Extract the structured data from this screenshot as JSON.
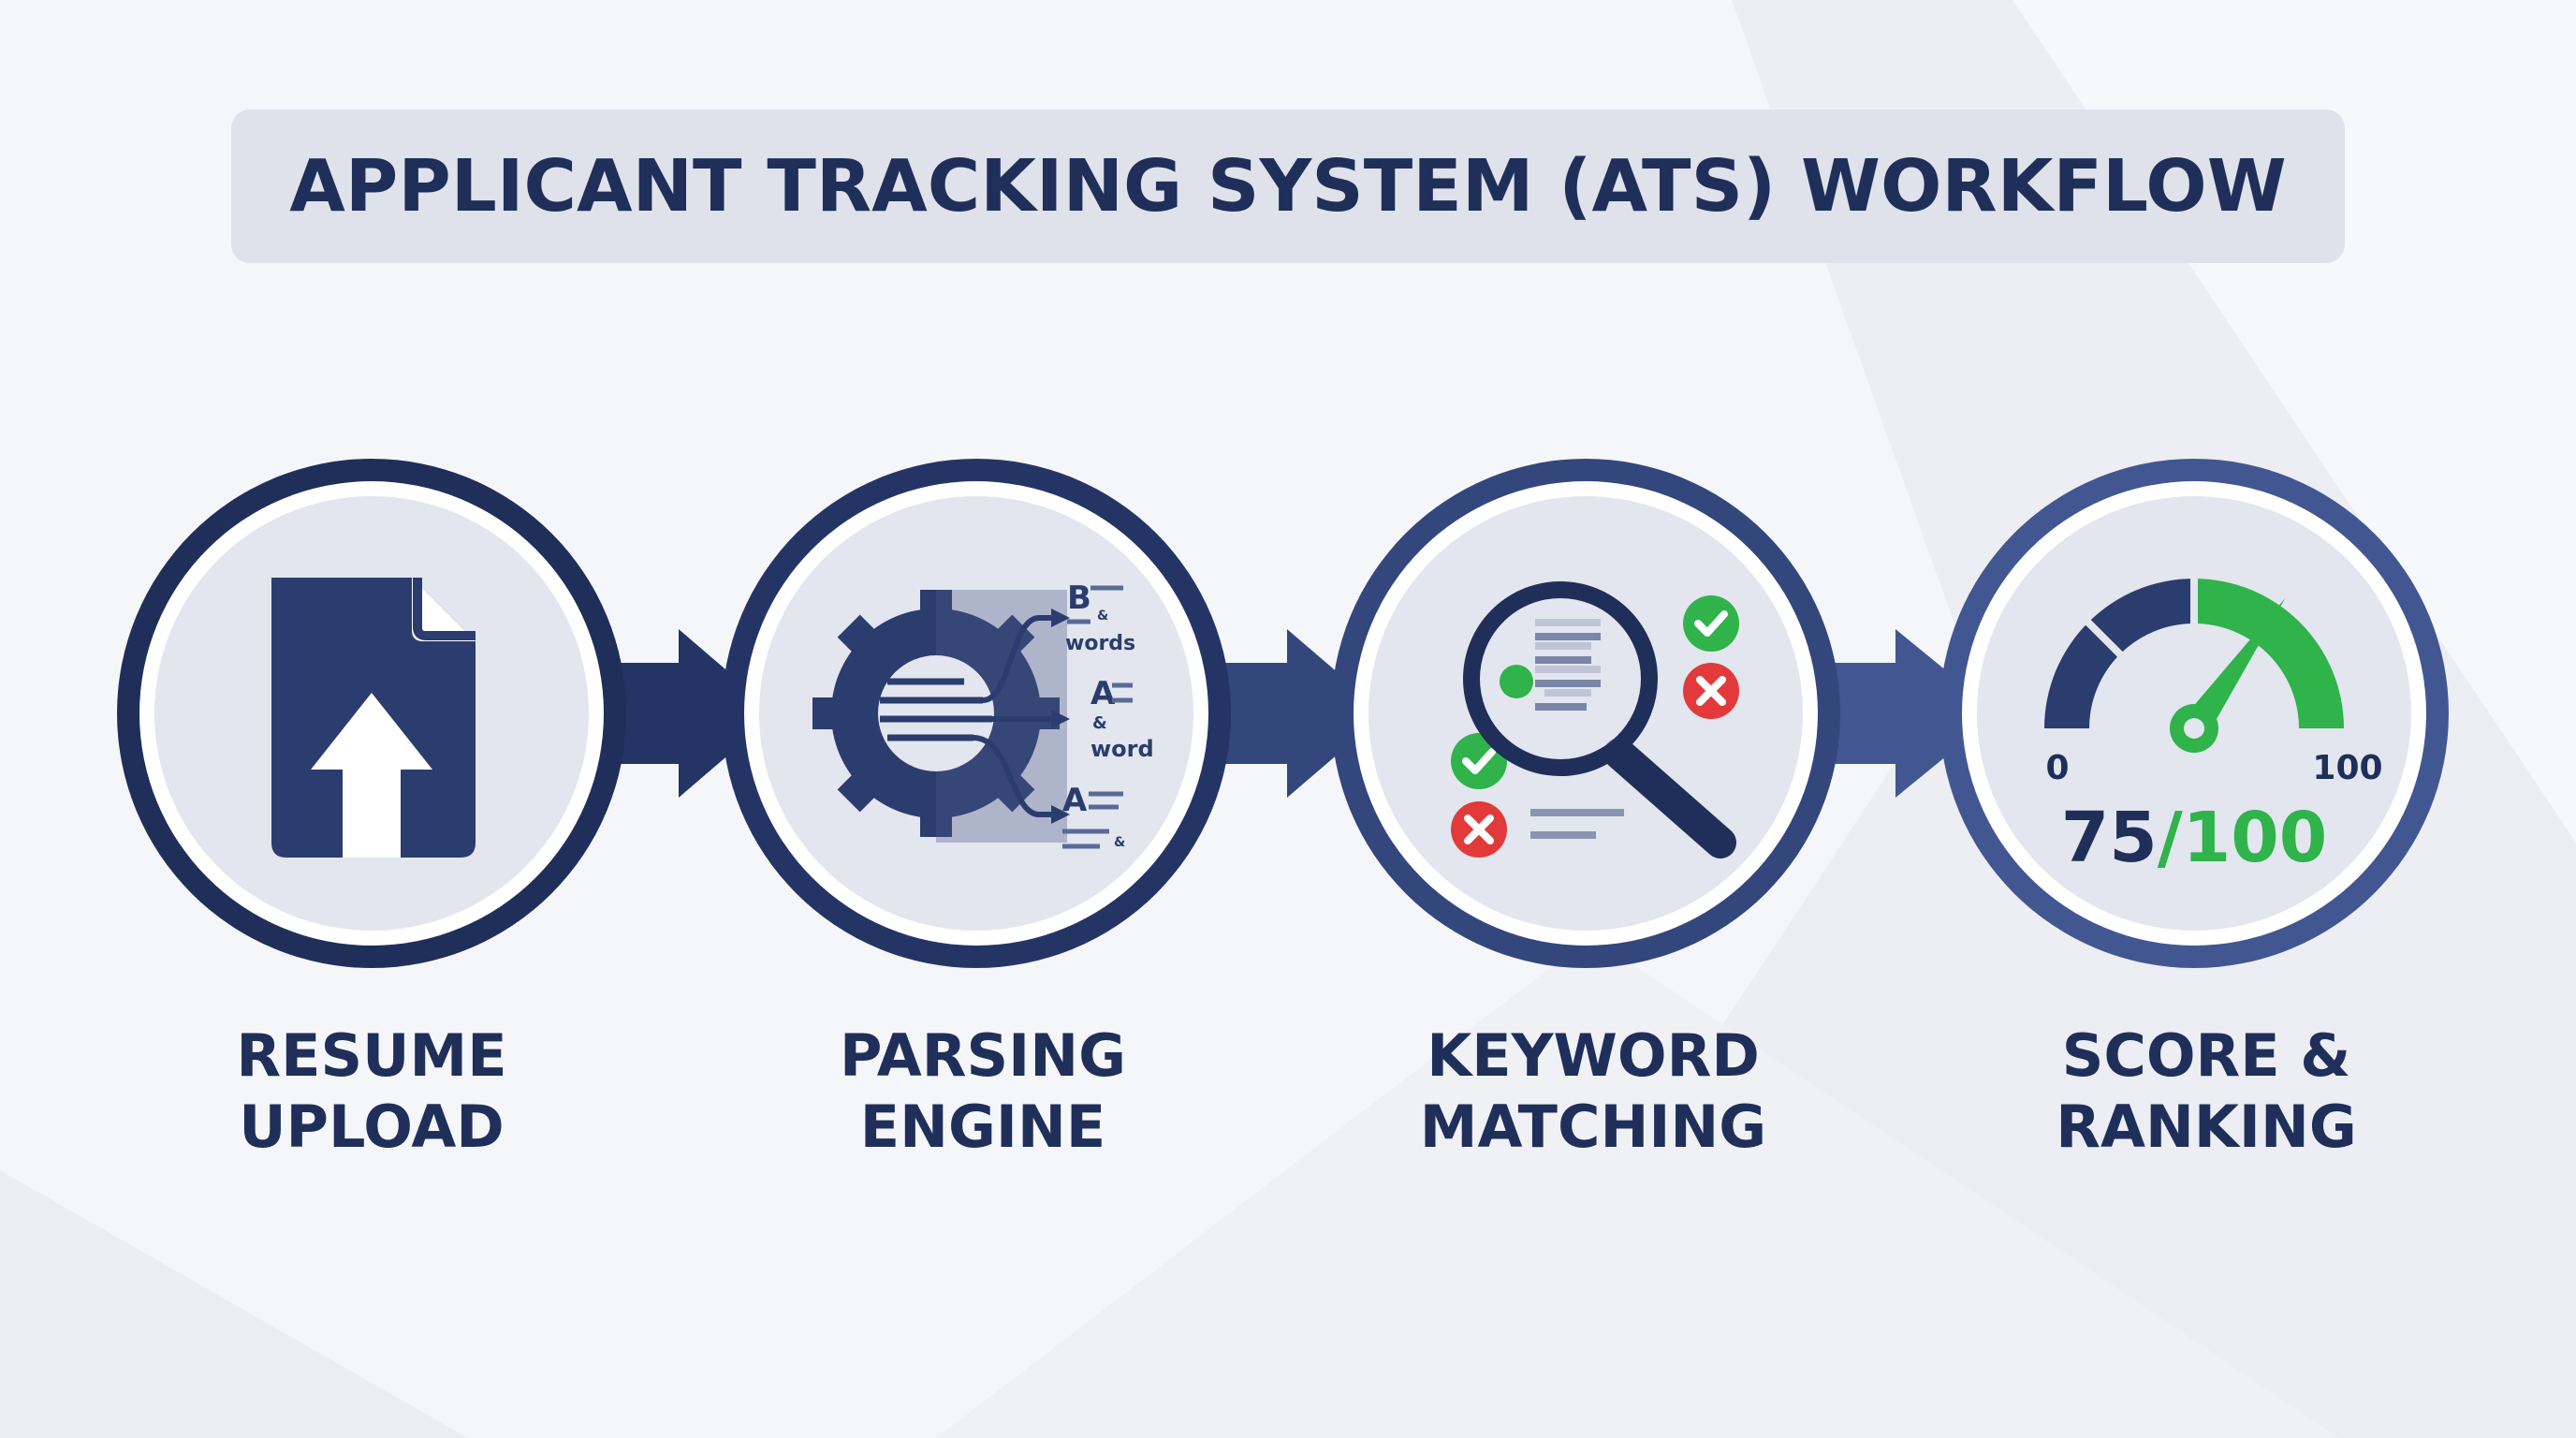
{
  "title": "APPLICANT TRACKING SYSTEM (ATS) WORKFLOW",
  "colors": {
    "navy": "#1f2f5a",
    "ring_blue": "#3b5087",
    "circle_fill": "#e3e6ee",
    "green": "#2fb34a",
    "red": "#e23a3a"
  },
  "steps": [
    {
      "line1": "RESUME",
      "line2": "UPLOAD",
      "icon": "file-upload-icon"
    },
    {
      "line1": "PARSING",
      "line2": "ENGINE",
      "icon": "gear-icon",
      "fragments": [
        {
          "top": "B",
          "bottom": "words"
        },
        {
          "top": "A",
          "bottom": "word"
        },
        {
          "top": "A",
          "bottom": ""
        }
      ],
      "ampersand": "&"
    },
    {
      "line1": "KEYWORD",
      "line2": "MATCHING",
      "icon": "magnifier-icon"
    },
    {
      "line1": "SCORE &",
      "line2": "RANKING",
      "icon": "gauge-icon",
      "gauge": {
        "min": "0",
        "max": "100",
        "score": "75",
        "score_total": "/100",
        "value": 75
      }
    }
  ]
}
